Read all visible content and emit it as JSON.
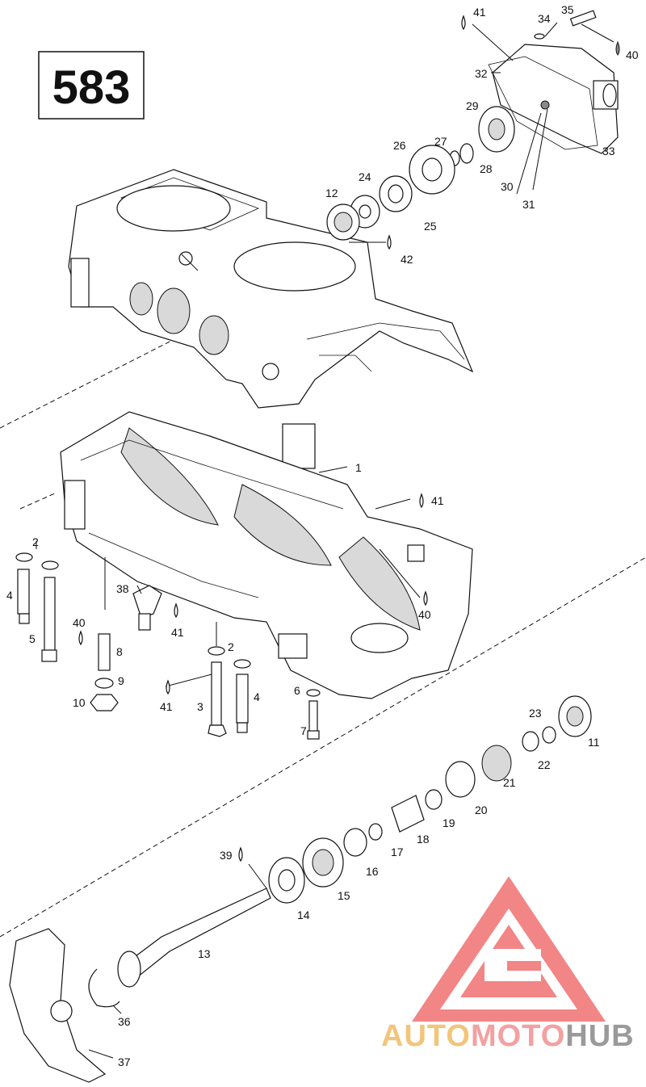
{
  "diagram_number": "583",
  "watermark": {
    "brand_auto": "AUTO",
    "brand_moto": "MOTO",
    "brand_hub": "HUB",
    "colors": {
      "triangle": "#f07070",
      "auto": "#f2c57a",
      "moto": "#f4a0a0",
      "hub": "#9a9a9a"
    }
  },
  "part_labels": {
    "p1": "1",
    "p2a": "2",
    "p2b": "2",
    "p3": "3",
    "p4a": "4",
    "p4b": "4",
    "p5": "5",
    "p6": "6",
    "p7": "7",
    "p8": "8",
    "p9": "9",
    "p10": "10",
    "p11": "11",
    "p12": "12",
    "p13": "13",
    "p14": "14",
    "p15": "15",
    "p16": "16",
    "p17": "17",
    "p18": "18",
    "p19": "19",
    "p20": "20",
    "p21": "21",
    "p22": "22",
    "p23": "23",
    "p24": "24",
    "p25": "25",
    "p26": "26",
    "p27": "27",
    "p28": "28",
    "p29": "29",
    "p30": "30",
    "p31": "31",
    "p32": "32",
    "p33": "33",
    "p34": "34",
    "p35": "35",
    "p36": "36",
    "p37": "37",
    "p38": "38",
    "p39": "39",
    "p40a": "40",
    "p40b": "40",
    "p40c": "40",
    "p41a": "41",
    "p41b": "41",
    "p41c": "41",
    "p41d": "41",
    "p42": "42"
  }
}
